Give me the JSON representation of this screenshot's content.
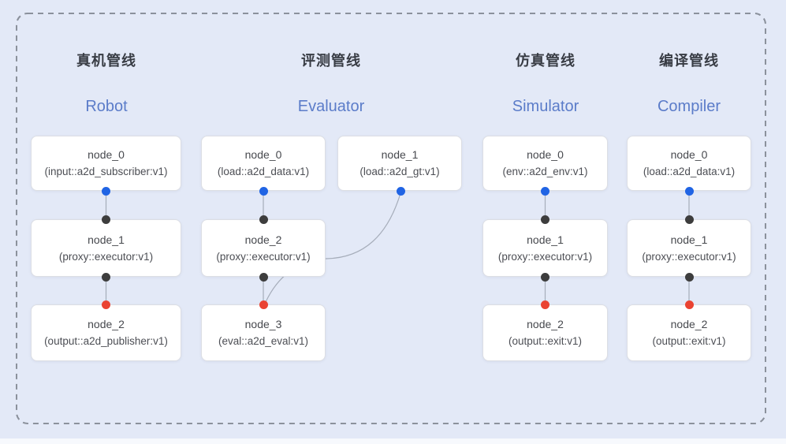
{
  "diagram": {
    "pipelines": [
      {
        "title_zh": "真机管线",
        "title_en": "Robot",
        "nodes": [
          {
            "name": "node_0",
            "type": "(input::a2d_subscriber:v1)"
          },
          {
            "name": "node_1",
            "type": "(proxy::executor:v1)"
          },
          {
            "name": "node_2",
            "type": "(output::a2d_publisher:v1)"
          }
        ]
      },
      {
        "title_zh": "评测管线",
        "title_en": "Evaluator",
        "nodes": [
          {
            "name": "node_0",
            "type": "(load::a2d_data:v1)"
          },
          {
            "name": "node_1",
            "type": "(load::a2d_gt:v1)"
          },
          {
            "name": "node_2",
            "type": "(proxy::executor:v1)"
          },
          {
            "name": "node_3",
            "type": "(eval::a2d_eval:v1)"
          }
        ]
      },
      {
        "title_zh": "仿真管线",
        "title_en": "Simulator",
        "nodes": [
          {
            "name": "node_0",
            "type": "(env::a2d_env:v1)"
          },
          {
            "name": "node_1",
            "type": "(proxy::executor:v1)"
          },
          {
            "name": "node_2",
            "type": "(output::exit:v1)"
          }
        ]
      },
      {
        "title_zh": "编译管线",
        "title_en": "Compiler",
        "nodes": [
          {
            "name": "node_0",
            "type": "(load::a2d_data:v1)"
          },
          {
            "name": "node_1",
            "type": "(proxy::executor:v1)"
          },
          {
            "name": "node_2",
            "type": "(output::exit:v1)"
          }
        ]
      }
    ],
    "colors": {
      "background": "#e3e9f7",
      "subtitle": "#5b7cc9",
      "port_blue": "#2064e4",
      "port_dark": "#3d3d3d",
      "port_red": "#ea4332"
    }
  }
}
